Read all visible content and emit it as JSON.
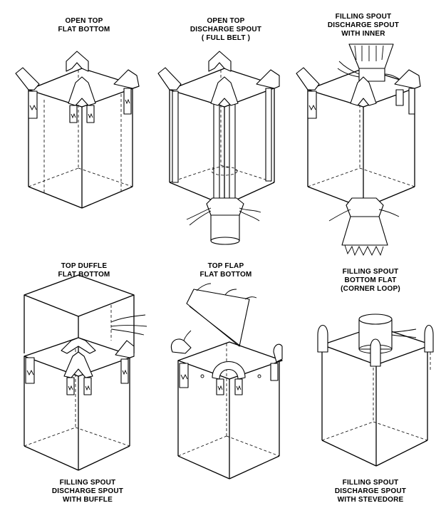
{
  "captions": {
    "bag1": [
      "OPEN TOP",
      "FLAT BOTTOM"
    ],
    "bag2": [
      "OPEN TOP",
      "DISCHARGE SPOUT",
      "( FULL BELT )"
    ],
    "bag3": [
      "FILLING SPOUT",
      "DISCHARGE SPOUT",
      "WITH INNER"
    ],
    "bag4_top": [
      "TOP DUFFLE",
      "FLAT BOTTOM"
    ],
    "bag5": [
      "TOP FLAP",
      "FLAT BOTTOM"
    ],
    "bag6": [
      "FILLING SPOUT",
      "BOTTOM FLAT",
      "(CORNER LOOP)"
    ],
    "bag4_bottom": [
      "FILLING SPOUT",
      "DISCHARGE SPOUT",
      "WITH BUFFLE"
    ],
    "bag6_bottom": [
      "FILLING SPOUT",
      "DISCHARGE SPOUT",
      "WITH STEVEDORE"
    ]
  }
}
